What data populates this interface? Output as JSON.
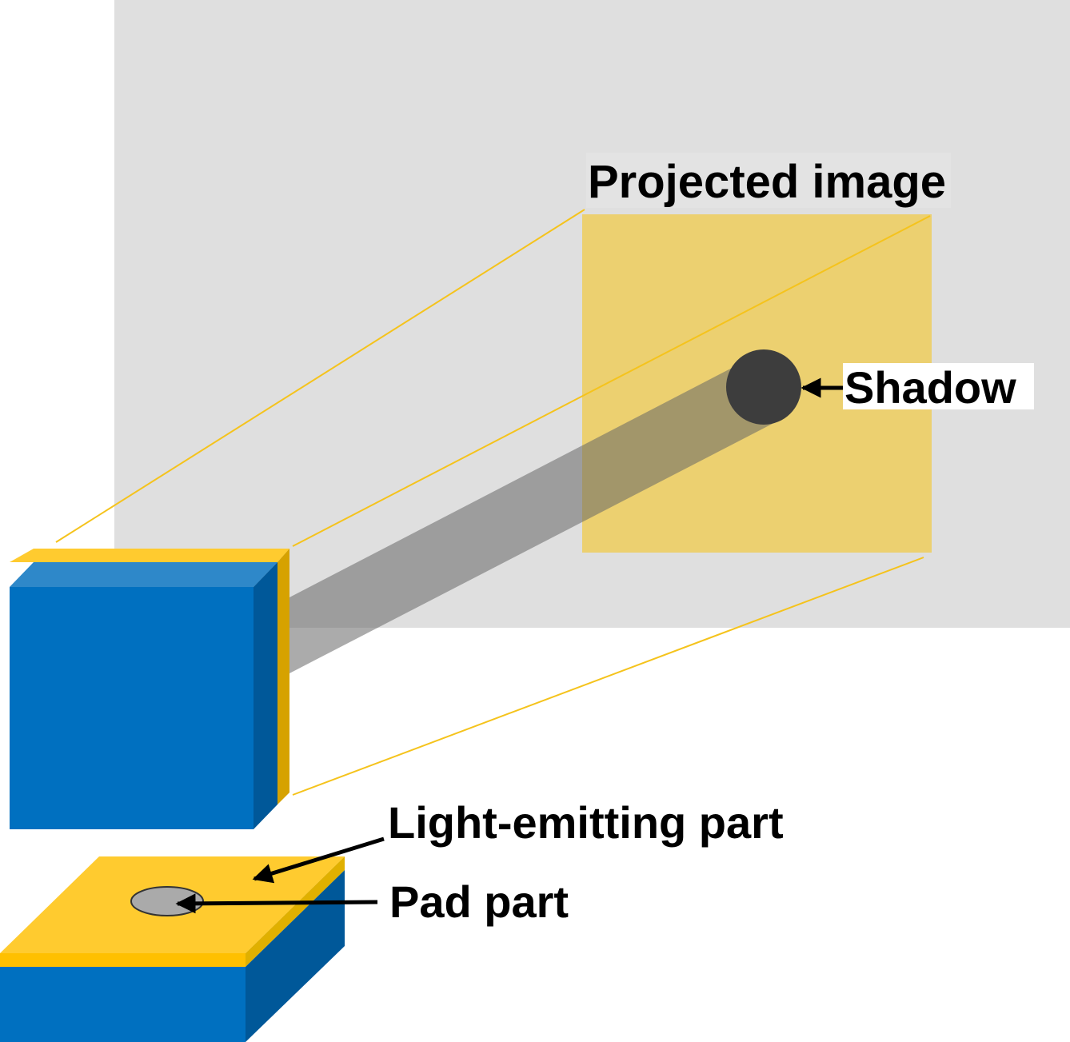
{
  "labels": {
    "projected_image": "Projected image",
    "shadow": "Shadow",
    "light_emitting_part": "Light-emitting part",
    "pad_part": "Pad part"
  },
  "colors": {
    "screen": "#dfdfdf",
    "projected_image": "#ecd070",
    "projection_lines": "#f5c31c",
    "shadow": "#3d3d3d",
    "shadow_beam": "#666666",
    "cube_front": "#0070c0",
    "cube_top": "#2e88c9",
    "cube_side": "#005899",
    "emitter_yellow": "#ffcb2f",
    "emitter_side": "#d6a200",
    "pad": "#aaaaaa"
  }
}
